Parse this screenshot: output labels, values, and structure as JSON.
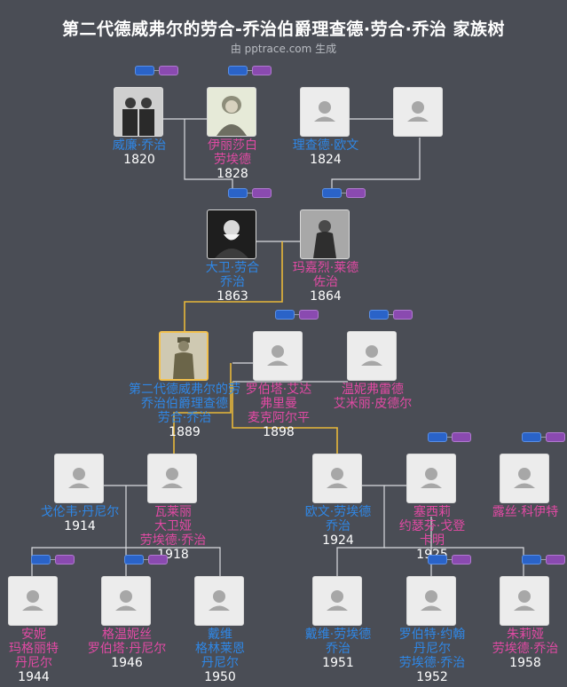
{
  "header": {
    "title": "第二代德威弗尔的劳合-乔治伯爵理查德·劳合·乔治 家族树",
    "subtitle": "由 pptrace.com 生成"
  },
  "colors": {
    "male": "#2f87e6",
    "female": "#e14aa4",
    "line_main": "#e8b83a",
    "line": "#d9dbe0",
    "badge_blue": "#2a63c8",
    "badge_purple": "#8a4ab0"
  },
  "people": [
    {
      "name_lines": [
        "威廉·乔治"
      ],
      "year": "1820",
      "gender": "male",
      "photo": "portrait-photo"
    },
    {
      "name_lines": [
        "伊丽莎白",
        "劳埃德"
      ],
      "year": "1828",
      "gender": "female",
      "photo": "portrait-photo"
    },
    {
      "name_lines": [
        "理查德·欧文"
      ],
      "year": "1824",
      "gender": "male",
      "photo": "avatar-placeholder"
    },
    {
      "name_lines": [],
      "year": "",
      "gender": "female",
      "photo": "avatar-placeholder"
    },
    {
      "name_lines": [
        "大卫·劳合",
        "乔治"
      ],
      "year": "1863",
      "gender": "male",
      "photo": "portrait-photo"
    },
    {
      "name_lines": [
        "玛嘉烈·莱德",
        "佐治"
      ],
      "year": "1864",
      "gender": "female",
      "photo": "portrait-photo"
    },
    {
      "name_lines": [
        "第二代德威弗尔的劳",
        "乔治伯爵理查德",
        "劳合·乔治"
      ],
      "year": "1889",
      "gender": "male",
      "photo": "portrait-photo"
    },
    {
      "name_lines": [
        "罗伯塔·艾达",
        "弗里曼",
        "麦克阿尔平"
      ],
      "year": "1898",
      "gender": "female",
      "photo": "avatar-placeholder"
    },
    {
      "name_lines": [
        "温妮弗雷德",
        "艾米丽·皮德尔"
      ],
      "year": "",
      "gender": "female",
      "photo": "avatar-placeholder"
    },
    {
      "name_lines": [
        "戈伦韦·丹尼尔"
      ],
      "year": "1914",
      "gender": "male",
      "photo": "avatar-placeholder"
    },
    {
      "name_lines": [
        "瓦莱丽",
        "大卫娅",
        "劳埃德·乔治"
      ],
      "year": "1918",
      "gender": "female",
      "photo": "avatar-placeholder"
    },
    {
      "name_lines": [
        "欧文·劳埃德",
        "乔治"
      ],
      "year": "1924",
      "gender": "male",
      "photo": "avatar-placeholder"
    },
    {
      "name_lines": [
        "塞西莉",
        "约瑟芬·戈登",
        "卡明"
      ],
      "year": "1925",
      "gender": "female",
      "photo": "avatar-placeholder"
    },
    {
      "name_lines": [
        "露丝·科伊特"
      ],
      "year": "",
      "gender": "female",
      "photo": "avatar-placeholder"
    },
    {
      "name_lines": [
        "安妮",
        "玛格丽特",
        "丹尼尔"
      ],
      "year": "1944",
      "gender": "female",
      "photo": "avatar-placeholder"
    },
    {
      "name_lines": [
        "格温妮丝",
        "罗伯塔·丹尼尔"
      ],
      "year": "1946",
      "gender": "female",
      "photo": "avatar-placeholder"
    },
    {
      "name_lines": [
        "戴维",
        "格林莱恩",
        "丹尼尔"
      ],
      "year": "1950",
      "gender": "male",
      "photo": "avatar-placeholder"
    },
    {
      "name_lines": [
        "戴维·劳埃德",
        "乔治"
      ],
      "year": "1951",
      "gender": "male",
      "photo": "avatar-placeholder"
    },
    {
      "name_lines": [
        "罗伯特·约翰",
        "丹尼尔",
        "劳埃德·乔治"
      ],
      "year": "1952",
      "gender": "male",
      "photo": "avatar-placeholder"
    },
    {
      "name_lines": [
        "朱莉娅",
        "劳埃德·乔治"
      ],
      "year": "1958",
      "gender": "female",
      "photo": "avatar-placeholder"
    }
  ]
}
